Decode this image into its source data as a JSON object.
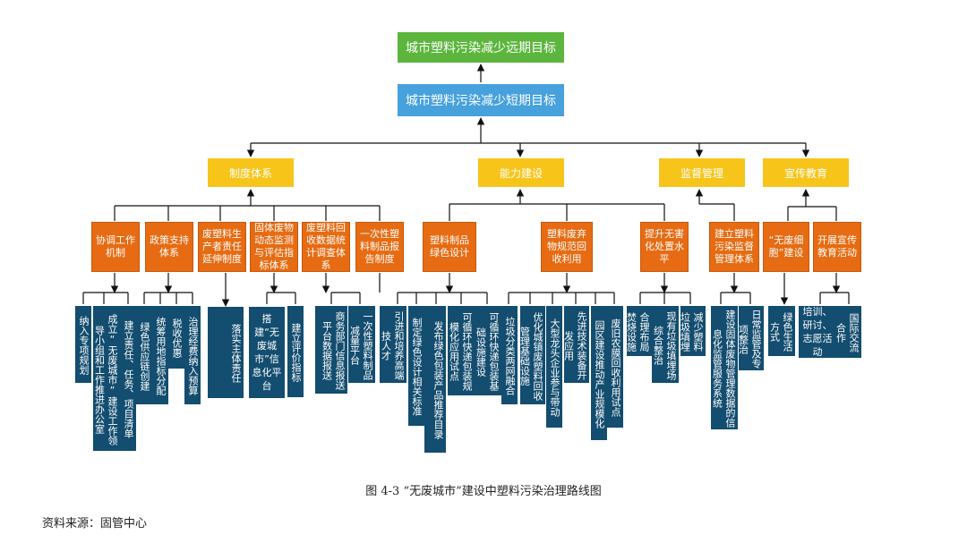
{
  "top": {
    "long_term_goal": "城市塑料污染减少远期目标",
    "short_term_goal": "城市塑料污染减少短期目标"
  },
  "categories": [
    "制度体系",
    "能力建设",
    "监督管理",
    "宣传教育"
  ],
  "measures": [
    "协调工作机制",
    "政策支持体系",
    "废塑料生产者责任延伸制度",
    "固体废物动态监测与评估指标体系",
    "废塑料回收数据统计调查体系",
    "一次性塑料制品报告制度",
    "塑料制品绿色设计",
    "塑料废弃物规范回收利用",
    "提升无害化处置水平",
    "建立塑料污染监督管理体系",
    "“无废细胞”建设",
    "开展宣传教育活动"
  ],
  "actions": [
    "纳入专项规划",
    "成立“无废城市”建设工作领导小组和工作推进办公室",
    "建立责任、任务、项目清单",
    "绿色供应链创建",
    "统筹用地指标分配",
    "税收优惠",
    "治理经费纳入预算",
    "落实主体责任",
    "搭建“无废城市”信息化平台",
    "建立评价指标",
    "商务部门信息报送平台数据报送",
    "一次性塑料制品减量平台",
    "引进和培养高端技人才",
    "制定绿色设计相关标准",
    "发布绿色包装产品推荐目录",
    "可循环快递包装规模化应用试点",
    "可循环快递包装基础设施建设",
    "垃圾分类两网融合",
    "优化城镇废塑料回收管理基础设施",
    "大型龙头企业参与带动",
    "先进技术装备开发应用",
    "园区建设推动产业规模化",
    "废旧农膜回收利用试点",
    "合理布局焚烧设施",
    "现有垃圾填埋场综合整治",
    "减少塑料垃圾填埋量",
    "建设固体废物管理数据的信息化监管服务系统",
    "日常监管及专项整治",
    "绿色生活方式",
    "培训、研讨、志愿活动",
    "国际交流合作"
  ],
  "caption": "图 4-3 “无废城市”建设中塑料污染治理路线图",
  "source": "资料来源：固管中心",
  "colors": {
    "green": "#5cb63d",
    "blue": "#46a1dc",
    "yellow": "#f7c51a",
    "orange": "#e66b12",
    "navy": "#134d6f"
  }
}
